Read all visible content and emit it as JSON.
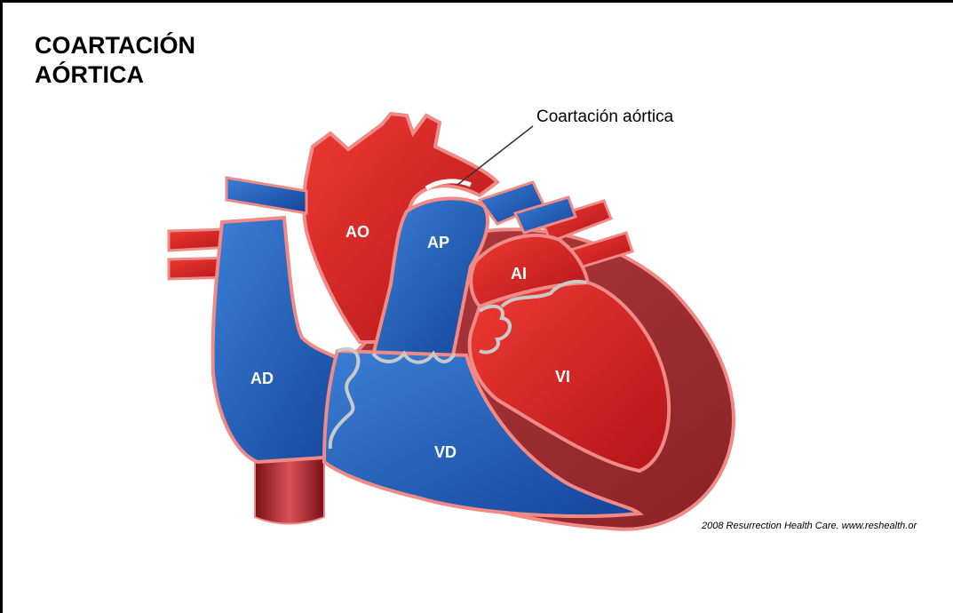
{
  "slide": {
    "title_line1": "COARTACIÓN",
    "title_line2": "AÓRTICA",
    "callout": "Coartación aórtica",
    "credit": "2008 Resurrection Health Care. www.reshealth.or"
  },
  "diagram": {
    "labels": {
      "ao": "AO",
      "ap": "AP",
      "ai": "AI",
      "ad": "AD",
      "vi": "VI",
      "vd": "VD"
    }
  },
  "colors": {
    "oxygenated": "#d42020",
    "deoxygenated": "#1f5fb5",
    "muscle": "#9b2a2e",
    "outline": "#f08a86",
    "valve": "#c9c9c9"
  }
}
